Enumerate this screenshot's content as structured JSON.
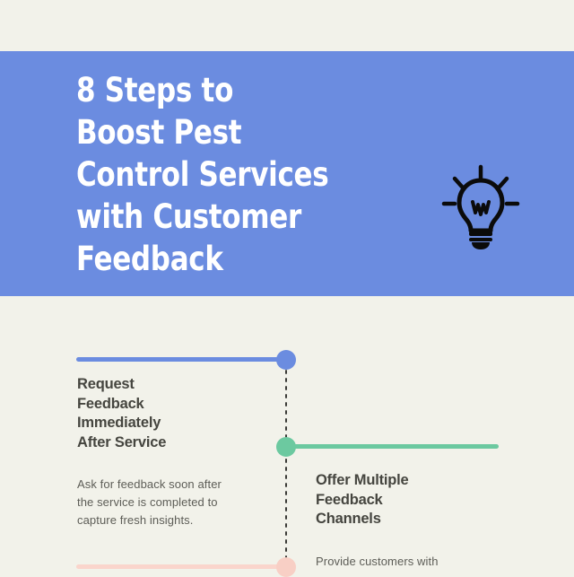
{
  "theme": {
    "background": "#f2f2ea",
    "banner_bg": "#6b8ce0",
    "banner_text": "#ffffff",
    "heading_color": "#45453f",
    "body_color": "#5d5d57",
    "dot_color": "#3a3a36"
  },
  "banner": {
    "title": "8 Steps to\nBoost Pest\nControl Services\nwith Customer\nFeedback",
    "icon": "lightbulb-icon"
  },
  "timeline": {
    "steps": [
      {
        "index": 1,
        "side": "left",
        "color": "#6b8ce0",
        "title": "Request\nFeedback\nImmediately\nAfter Service",
        "description": "Ask for feedback soon after\nthe service is completed to\ncapture fresh insights."
      },
      {
        "index": 2,
        "side": "right",
        "color": "#6cc9a0",
        "title": "Offer Multiple\nFeedback\nChannels",
        "description": "Provide customers with"
      },
      {
        "index": 3,
        "side": "left",
        "color": "#f8cfc5",
        "title": "",
        "description": ""
      }
    ]
  }
}
